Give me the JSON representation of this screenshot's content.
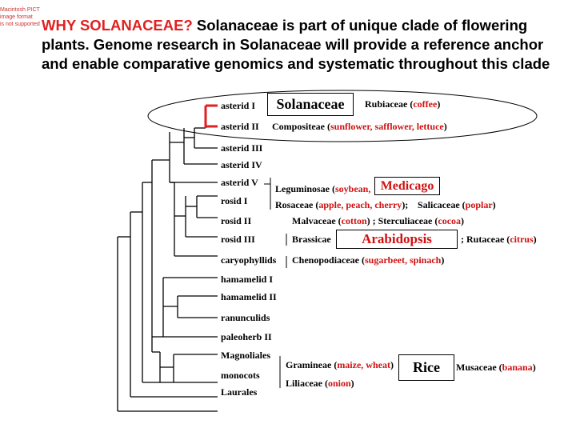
{
  "header": {
    "pict_notice": [
      "Macintosh PICT",
      "image format",
      "is not supported"
    ],
    "title_highlight": "WHY SOLANACEAE?",
    "title_rest": " Solanaceae is part of  unique clade of flowering plants.   Genome research in Solanaceae will provide a reference anchor and enable  comparative genomics and systematic throughout this clade"
  },
  "taxa": {
    "asterid_i": "asterid I",
    "asterid_ii": "asterid II",
    "asterid_iii": "asterid III",
    "asterid_iv": "asterid IV",
    "asterid_v": "asterid V",
    "rosid_i": "rosid I",
    "rosid_ii": "rosid II",
    "rosid_iii": "rosid III",
    "caryophyllids": "caryophyllids",
    "hamamelid_i": "hamamelid I",
    "hamamelid_ii": "hamamelid II",
    "ranunculids": "ranunculids",
    "paleoherb_ii": "paleoherb II",
    "magnoliales": "Magnoliales",
    "monocots": "monocots",
    "laurales": "Laurales"
  },
  "families": {
    "solanaceae": "Solanaceae",
    "rubiaceae": {
      "name": "Rubiaceae (",
      "example": "coffee",
      "close": ")"
    },
    "compositeae": {
      "name": "Compositeae (",
      "example": "sunflower, safflower, lettuce",
      "close": ")"
    },
    "leguminosae": {
      "name": "Leguminosae (",
      "example": "soybean,",
      "model": "Medicago"
    },
    "rosaceae": {
      "name": "Rosaceae (",
      "example": "apple, peach, cherry",
      "close": ");"
    },
    "salicaceae": {
      "name": "Salicaceae (",
      "example": "poplar",
      "close": ")"
    },
    "malvaceae": {
      "name": "Malvaceae (",
      "example": "cotton",
      "mid": ") ; Sterculiaceae (",
      "example2": "cocoa",
      "close": ")"
    },
    "brassicae": {
      "name": "Brassicae",
      "model": "Arabidopsis"
    },
    "rutaceae": {
      "name": "; Rutaceae (",
      "example": "citrus",
      "close": ")"
    },
    "chenopodiaceae": {
      "name": "Chenopodiaceae (",
      "example": "sugarbeet, spinach",
      "close": ")"
    },
    "gramineae": {
      "name": "Gramineae (",
      "example": "maize, wheat",
      "close": ")"
    },
    "rice": "Rice",
    "liliaceae": {
      "name": "Liliaceae (",
      "example": "onion",
      "close": ")"
    },
    "musaceae": {
      "name": "Musaceae (",
      "example": "banana",
      "close": ")"
    }
  },
  "colors": {
    "highlight": "#e02020",
    "example_text": "#d01010",
    "line": "#000000"
  }
}
